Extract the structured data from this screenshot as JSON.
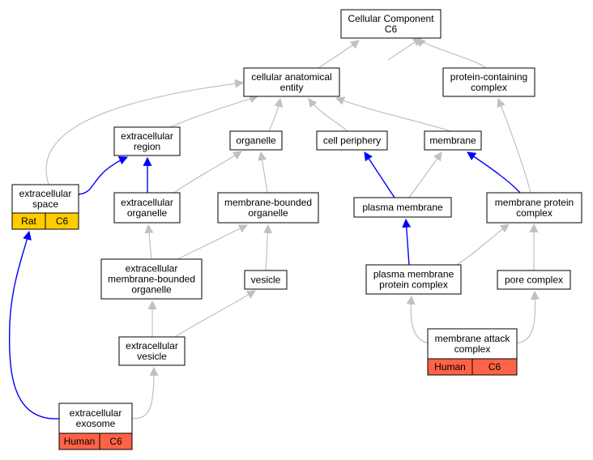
{
  "colors": {
    "edge_gray": "#c0c0c0",
    "edge_blue": "#0000ff",
    "tag_rat": "#ffcc00",
    "tag_human": "#ff6347"
  },
  "nodes": {
    "cellular_component": [
      "Cellular Component",
      "C6"
    ],
    "cellular_anatomical_entity": [
      "cellular anatomical",
      "entity"
    ],
    "protein_containing_complex": [
      "protein-containing",
      "complex"
    ],
    "extracellular_region": [
      "extracellular",
      "region"
    ],
    "organelle": [
      "organelle"
    ],
    "cell_periphery": [
      "cell periphery"
    ],
    "membrane": [
      "membrane"
    ],
    "extracellular_space": [
      "extracellular",
      "space"
    ],
    "extracellular_organelle": [
      "extracellular",
      "organelle"
    ],
    "membrane_bounded_organelle": [
      "membrane-bounded",
      "organelle"
    ],
    "plasma_membrane": [
      "plasma membrane"
    ],
    "membrane_protein_complex": [
      "membrane protein",
      "complex"
    ],
    "extracellular_membrane_bounded_organelle": [
      "extracellular",
      "membrane-bounded",
      "organelle"
    ],
    "vesicle": [
      "vesicle"
    ],
    "plasma_membrane_protein_complex": [
      "plasma membrane",
      "protein complex"
    ],
    "pore_complex": [
      "pore complex"
    ],
    "extracellular_vesicle": [
      "extracellular",
      "vesicle"
    ],
    "membrane_attack_complex": [
      "membrane attack",
      "complex"
    ],
    "extracellular_exosome": [
      "extracellular",
      "exosome"
    ]
  },
  "tags": {
    "extracellular_space": [
      "Rat",
      "C6"
    ],
    "membrane_attack_complex": [
      "Human",
      "C6"
    ],
    "extracellular_exosome": [
      "Human",
      "C6"
    ]
  }
}
